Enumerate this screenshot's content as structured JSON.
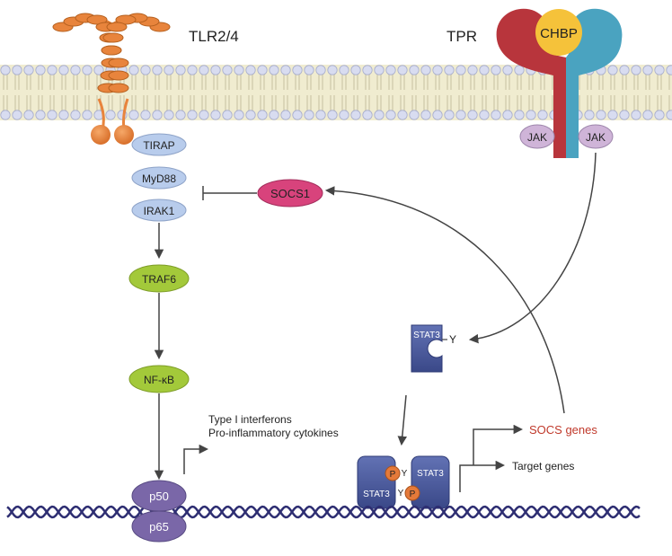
{
  "labels": {
    "tlr": "TLR2/4",
    "tpr": "TPR",
    "chbp": "CHBP",
    "jak": "JAK",
    "tirap": "TIRAP",
    "myd88": "MyD88",
    "irak1": "IRAK1",
    "socs1": "SOCS1",
    "traf6": "TRAF6",
    "nfkb": "NF-κB",
    "stat3": "STAT3",
    "y": "Y",
    "p": "P",
    "interferons": "Type I interferons",
    "cytokines": "Pro-inflammatory cytokines",
    "socs_genes": "SOCS genes",
    "target_genes": "Target genes",
    "p50": "p50",
    "p65": "p65"
  },
  "colors": {
    "membrane_band": "#f0ecd0",
    "lipid_head": "#d8dcf0",
    "tlr_orange": "#e8843c",
    "tpr_red": "#b8353c",
    "tpr_teal": "#4aa3c0",
    "chbp_yellow": "#f5c23a",
    "jak_purple": "#cfb4d8",
    "adaptor_blue": "#b8ccec",
    "socs1_pink": "#d8437c",
    "green_node": "#a3c93a",
    "stat3_navy": "#4a5a9c",
    "phospho_orange": "#e57a3a",
    "nfkb_purple": "#7a67a8",
    "dna": "#2e2e72",
    "arrow": "#444444",
    "socs_text": "#c0392b"
  }
}
